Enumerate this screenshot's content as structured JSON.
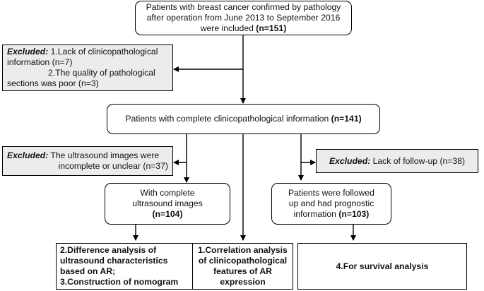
{
  "start": {
    "line1": "Patients with breast cancer confirmed by pathology",
    "line2": "after operation from June 2013 to September 2016",
    "line3_prefix": "were included ",
    "line3_count": "(n=151)"
  },
  "exclusion1": {
    "tag": "Excluded:",
    "reason1_line1": " 1.Lack of clinicopathological",
    "reason1_line2": "information (n=7)",
    "reason2_line1": "2.The quality of pathological",
    "reason2_line2": "sections was poor (n=3)"
  },
  "complete": {
    "text": "Patients with complete clinicopathological information ",
    "count": "(n=141)"
  },
  "exclusion2": {
    "tag": "Excluded:",
    "line1": " The ultrasound images were",
    "line2": "incomplete or unclear (n=37)"
  },
  "exclusion3": {
    "tag": "Excluded:",
    "text": " Lack of follow-up  (n=38)"
  },
  "ultrasound": {
    "line1": "With complete",
    "line2": "ultrasound images",
    "count": "(n=104)"
  },
  "followed": {
    "line1": "Patients were followed",
    "line2": "up and had prognostic",
    "line3_prefix": "information ",
    "line3_count": "(n=103)"
  },
  "outcome1": {
    "line1": "2.Difference analysis of",
    "line2": "ultrasound characteristics",
    "line3": "based on AR;",
    "line4": "3.Construction of nomogram"
  },
  "outcome2": {
    "line1": "1.Correlation analysis",
    "line2": "of clinicopathological",
    "line3": "features of AR",
    "line4": "expression"
  },
  "outcome3": {
    "line1": "4.For survival analysis"
  }
}
